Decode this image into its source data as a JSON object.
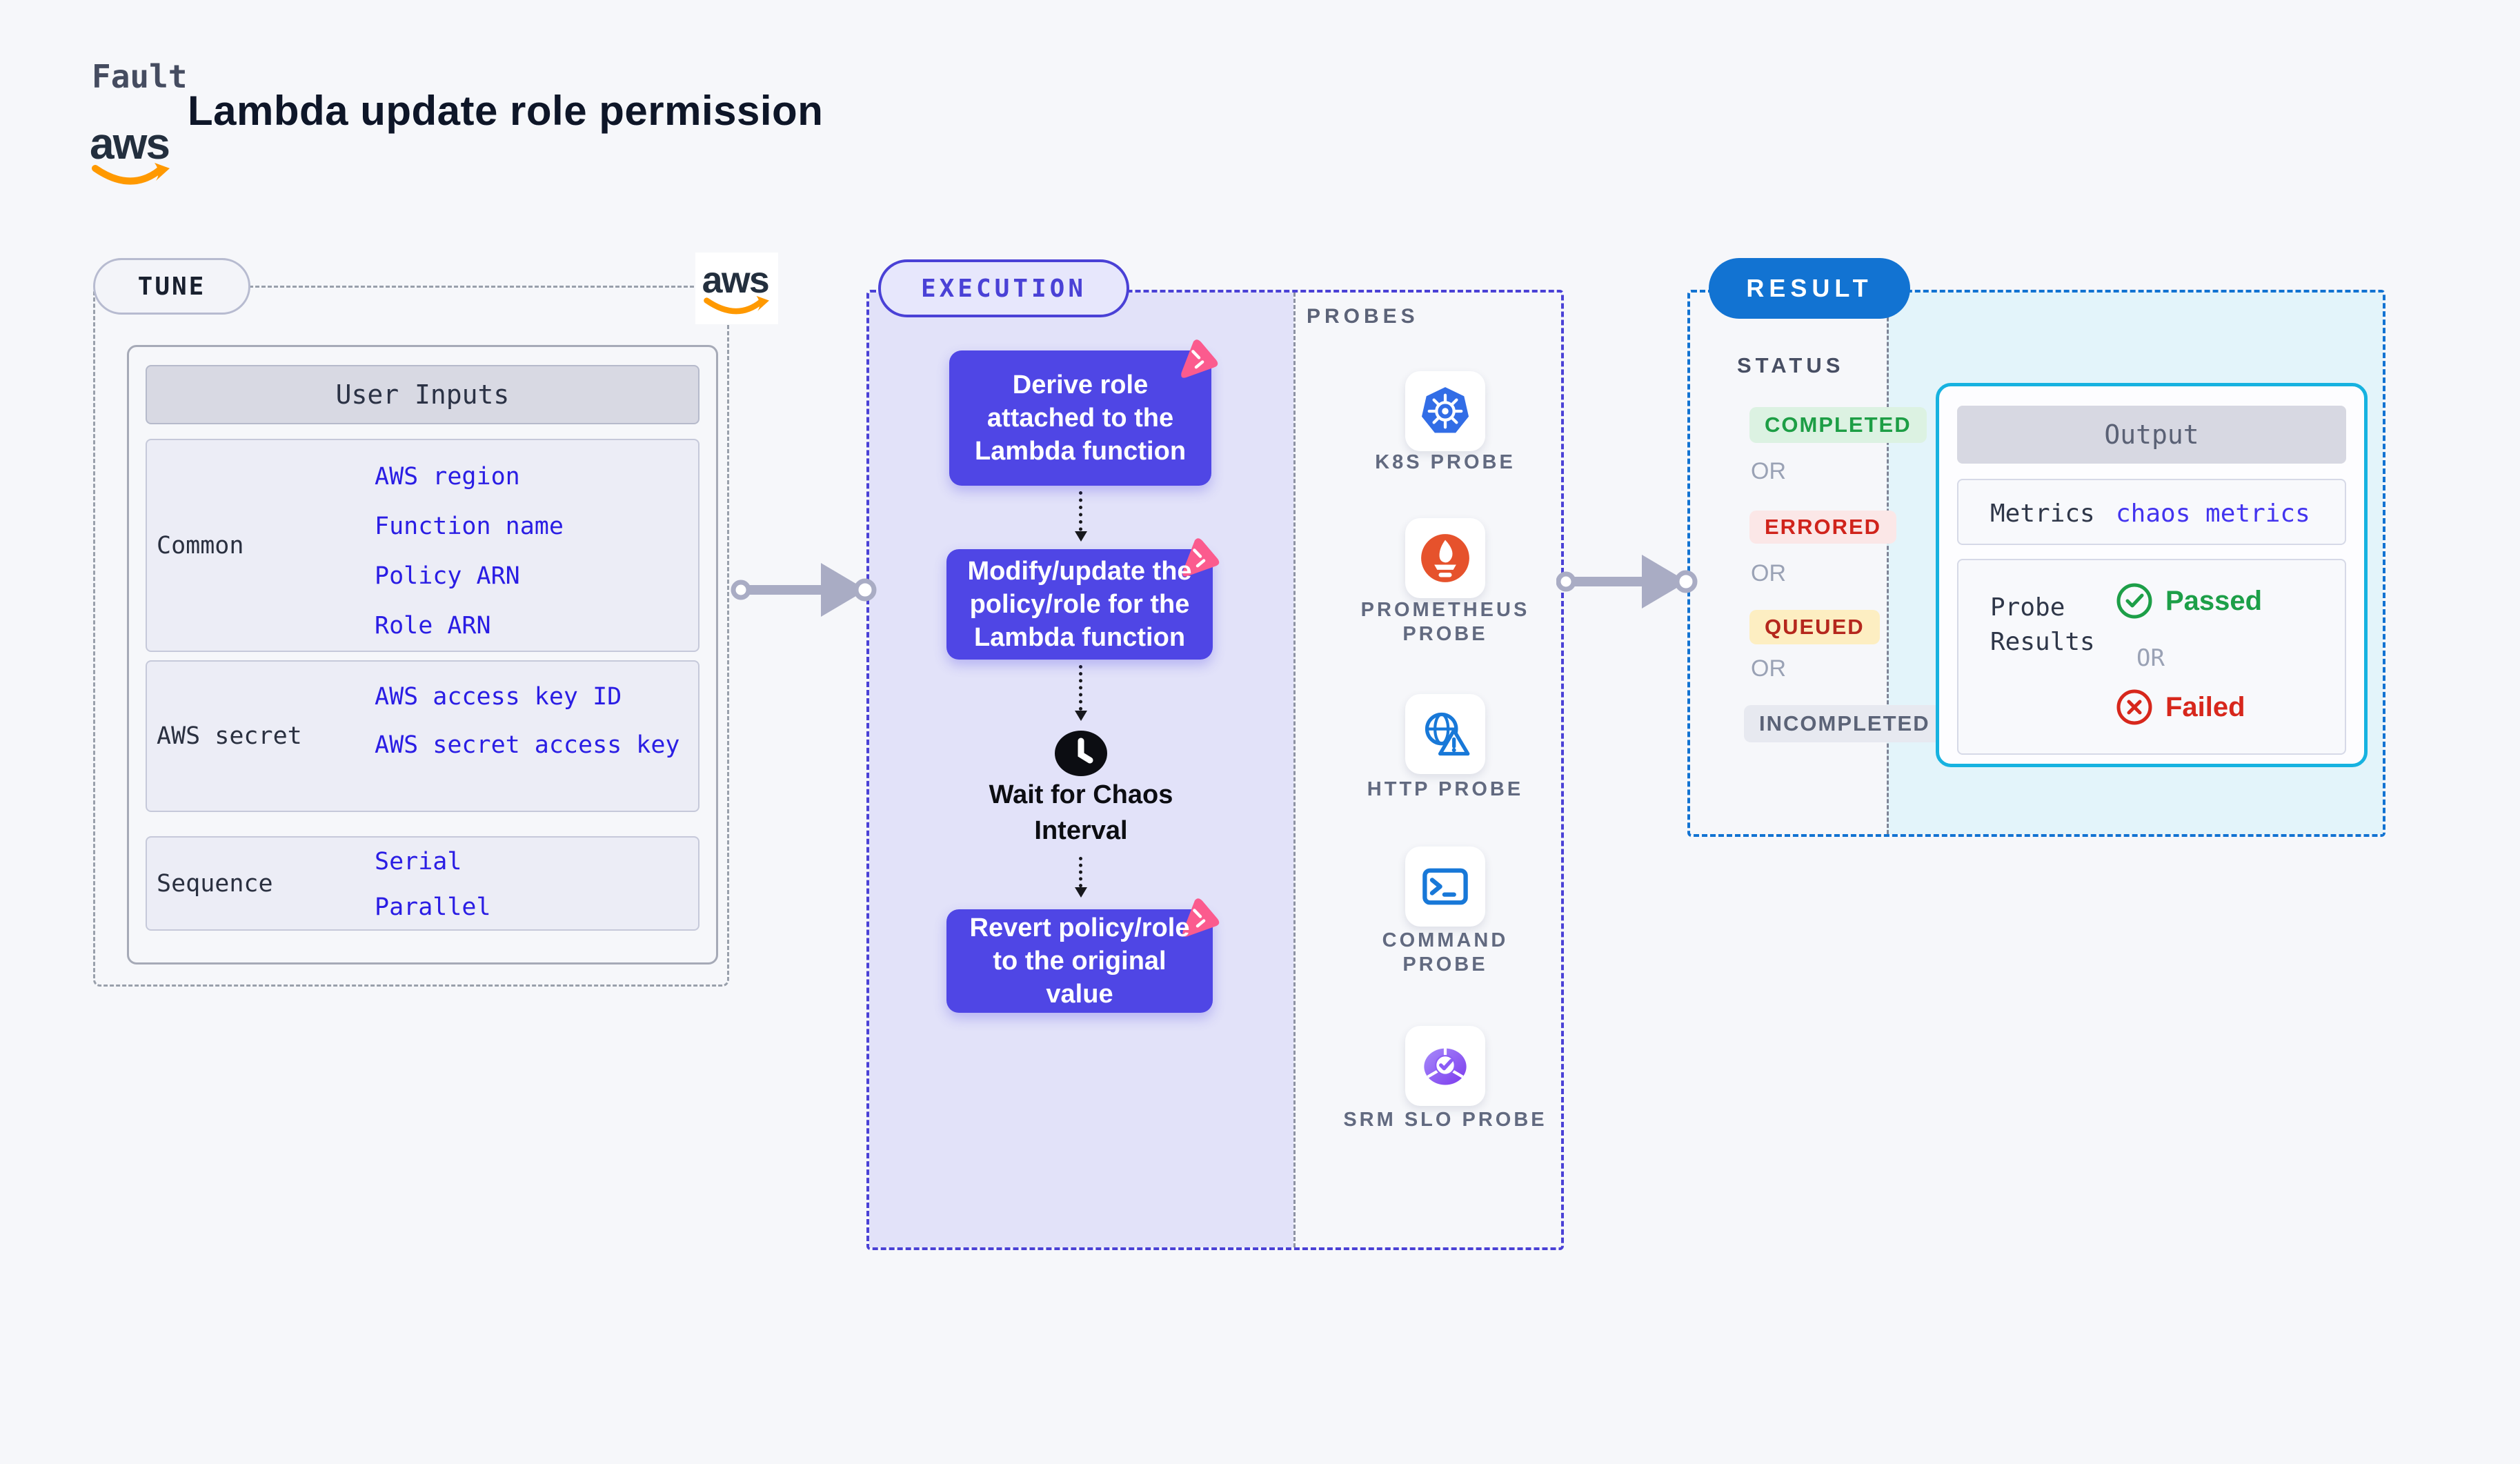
{
  "header": {
    "kicker": "Fault",
    "brand": "aws",
    "title": "Lambda update role permission"
  },
  "tune": {
    "pill": "TUNE",
    "table": {
      "header": "User Inputs",
      "rows": [
        {
          "label": "Common",
          "links": [
            "AWS region",
            "Function name",
            "Policy ARN",
            "Role ARN"
          ]
        },
        {
          "label": "AWS secret",
          "links": [
            "AWS access key ID",
            "AWS secret access key"
          ]
        },
        {
          "label": "Sequence",
          "links": [
            "Serial",
            "Parallel"
          ]
        }
      ]
    }
  },
  "execution": {
    "pill": "EXECUTION",
    "steps": [
      "Derive role attached to the Lambda function",
      "Modify/update the policy/role for the Lambda function",
      "Revert policy/role to the original value"
    ],
    "wait_label": "Wait for Chaos Interval"
  },
  "probes": {
    "heading": "PROBES",
    "items": [
      {
        "name": "K8S PROBE",
        "icon": "kubernetes-icon"
      },
      {
        "name": "PROMETHEUS PROBE",
        "icon": "prometheus-icon"
      },
      {
        "name": "HTTP PROBE",
        "icon": "http-globe-warning-icon"
      },
      {
        "name": "COMMAND PROBE",
        "icon": "terminal-icon"
      },
      {
        "name": "SRM SLO PROBE",
        "icon": "slo-donut-check-icon"
      }
    ]
  },
  "result": {
    "pill": "RESULT",
    "status": {
      "heading": "STATUS",
      "or": "OR",
      "badges": [
        {
          "label": "COMPLETED",
          "fg": "#1d9e45",
          "bg": "#dcf2e2"
        },
        {
          "label": "ERRORED",
          "fg": "#d0231b",
          "bg": "#fbe7e7"
        },
        {
          "label": "QUEUED",
          "fg": "#b5271d",
          "bg": "#fdeec2"
        },
        {
          "label": "INCOMPLETED",
          "fg": "#5b6377",
          "bg": "#e7e9f0"
        }
      ]
    },
    "output": {
      "header": "Output",
      "metrics_label": "Metrics",
      "metrics_value": "chaos metrics",
      "probe_results_label": "Probe Results",
      "passed": "Passed",
      "or": "OR",
      "failed": "Failed"
    }
  },
  "colors": {
    "accent_indigo": "#4a41d6",
    "accent_blue": "#1273d2",
    "accent_cyan": "#16b2e0",
    "link_blue": "#2a1de4",
    "step_bg": "#4f46e5",
    "passed_green": "#1d9f48",
    "failed_red": "#d7271c",
    "arrow_gray": "#a9acc4",
    "aws_orange": "#ff9900",
    "aws_navy": "#232f3e"
  }
}
